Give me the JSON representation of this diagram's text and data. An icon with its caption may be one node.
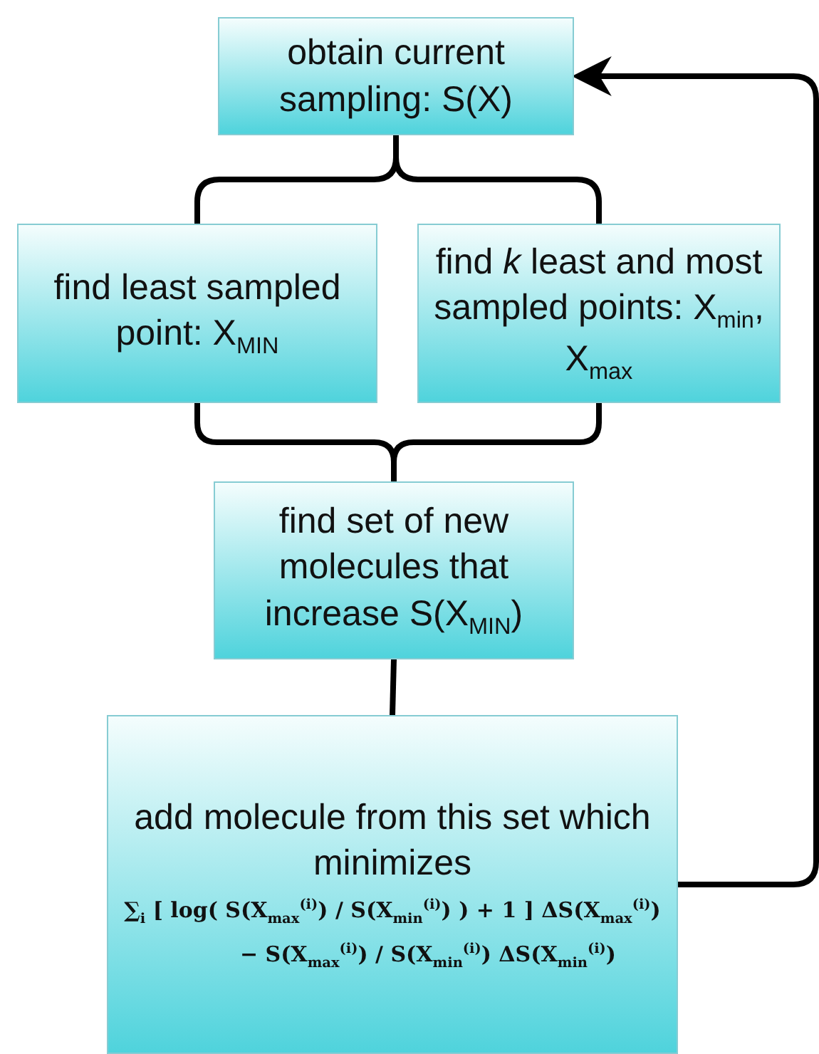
{
  "diagram": {
    "nodes": [
      {
        "text": [
          "obtain current sampling: S(X)"
        ]
      },
      {
        "text": [
          "find least sampled point: X$_{MIN}$"
        ]
      },
      {
        "text": [
          "find *k* least and most sampled points: X$_{min}$, X$_{max}$"
        ]
      },
      {
        "text": [
          "find set of new molecules that increase S(X$_{MIN}$)"
        ]
      },
      {
        "text": [
          "add molecule from this set which minimizes",
          "∑$_{i}$ [ log( S(X$_{max}$$^{(i)}$) / S(X$_{min}$$^{(i)}$) ) + 1 ] ΔS(X$_{max}$$^{(i)}$)",
          "− S(X$_{max}$$^{(i)}$) / S(X$_{min}$$^{(i)}$) ΔS(X$_{min}$$^{(i)}$)"
        ]
      }
    ],
    "edges": [
      {
        "from": 0,
        "to": 1,
        "arrow": "none"
      },
      {
        "from": 0,
        "to": 2,
        "arrow": "none"
      },
      {
        "from": 1,
        "to": 3,
        "arrow": "none"
      },
      {
        "from": 2,
        "to": 3,
        "arrow": "none"
      },
      {
        "from": 3,
        "to": 4,
        "arrow": "none"
      },
      {
        "from": 4,
        "to": 0,
        "arrow": "to"
      }
    ]
  }
}
